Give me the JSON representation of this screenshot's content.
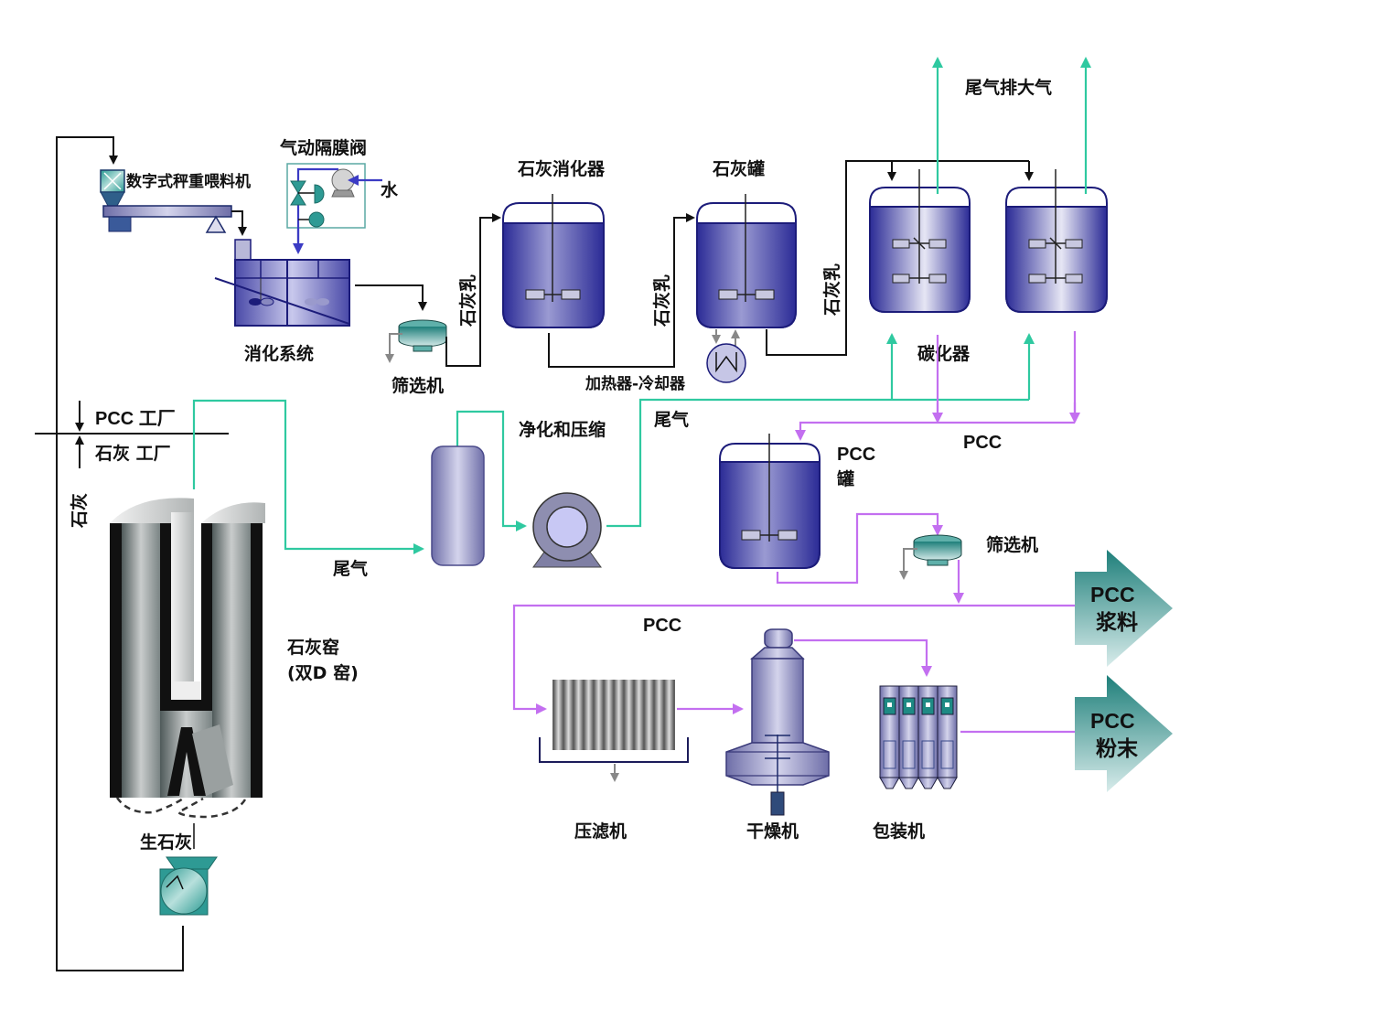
{
  "title": "PCC process flow diagram",
  "colors": {
    "process_line": "#111111",
    "gas_line": "#2fc9a0",
    "pcc_line": "#c36ff0",
    "water_line": "#3b3bc4",
    "tank_fill": "#3c3ca0",
    "equipment_teal": "#2e9a94"
  },
  "labels": {
    "feeder": "数字式秤重喂料机",
    "valve": "气动隔膜阀",
    "water": "水",
    "slaker_system": "消化系统",
    "screen1": "筛选机",
    "lime_milk_1": "石灰乳",
    "slaker": "石灰消化器",
    "lime_milk_2": "石灰乳",
    "lime_tank": "石灰罐",
    "heater_cooler": "加热器-冷却器",
    "lime_milk_3": "石灰乳",
    "exhaust_atm": "尾气排大气",
    "carbonator": "碳化器",
    "pcc_plant": "PCC 工厂",
    "lime_plant": "石灰 工厂",
    "lime_vertical": "石灰",
    "purify_compress": "净化和压缩",
    "exhaust_1": "尾气",
    "exhaust_2": "尾气",
    "pcc_1": "PCC",
    "pcc_tank_line1": "PCC",
    "pcc_tank_line2": "罐",
    "screen2": "筛选机",
    "pcc_2": "PCC",
    "kiln_line1": "石灰窑",
    "kiln_line2": "(双D 窑)",
    "quicklime": "生石灰",
    "filter_press": "压滤机",
    "dryer": "干燥机",
    "packer": "包装机"
  },
  "outputs": [
    {
      "line1": "PCC",
      "line2": "浆料"
    },
    {
      "line1": "PCC",
      "line2": "粉末"
    }
  ]
}
